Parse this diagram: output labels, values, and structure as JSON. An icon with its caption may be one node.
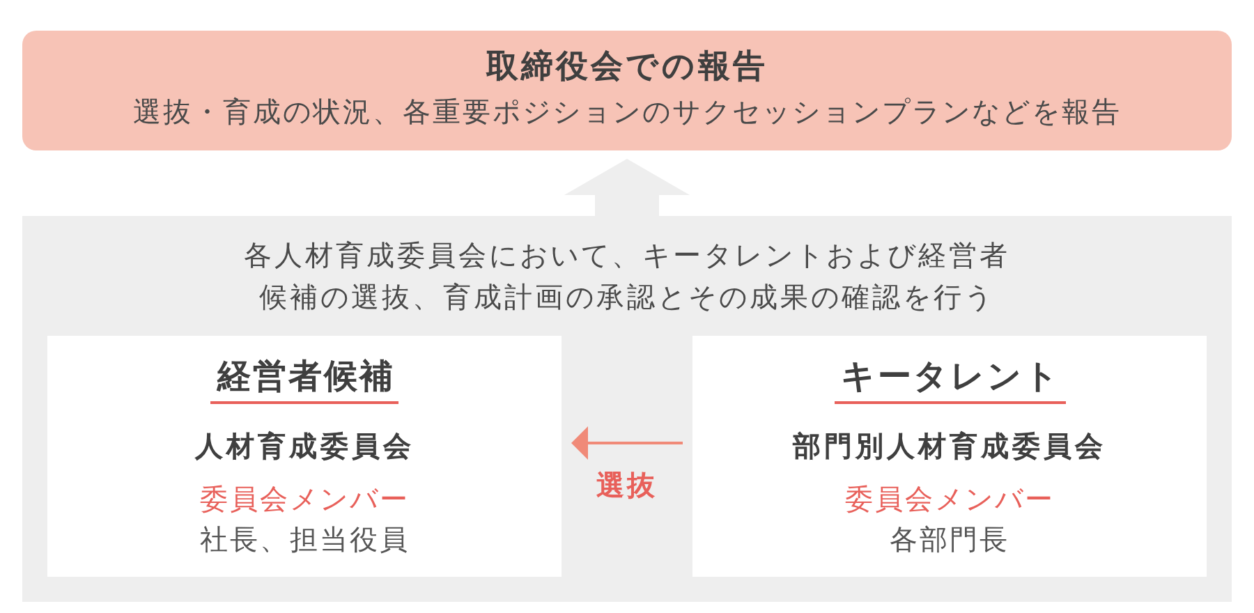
{
  "diagram": {
    "nodes": [
      {
        "text": [
          "取締役会での報告",
          "選抜・育成の状況、各重要ポジションのサクセッションプランなどを報告"
        ]
      },
      {
        "text": [
          "各人材育成委員会において、キータレントおよび経営者候補の選抜、育成計画の承認とその成果の確認を行う"
        ]
      },
      {
        "text": [
          "経営者候補",
          "人材育成委員会",
          "委員会メンバー",
          "社長、担当役員"
        ],
        "in": 1
      },
      {
        "text": [
          "キータレント",
          "部門別人材育成委員会",
          "委員会メンバー",
          "各部門長"
        ],
        "in": 1
      }
    ],
    "edges": [
      {
        "from": 1,
        "to": 0,
        "arrow": "to",
        "style": "thick",
        "color": "#eeeeee"
      },
      {
        "from": 3,
        "to": 2,
        "arrow": "to",
        "label": "選抜",
        "color": "#f08a78"
      }
    ]
  }
}
